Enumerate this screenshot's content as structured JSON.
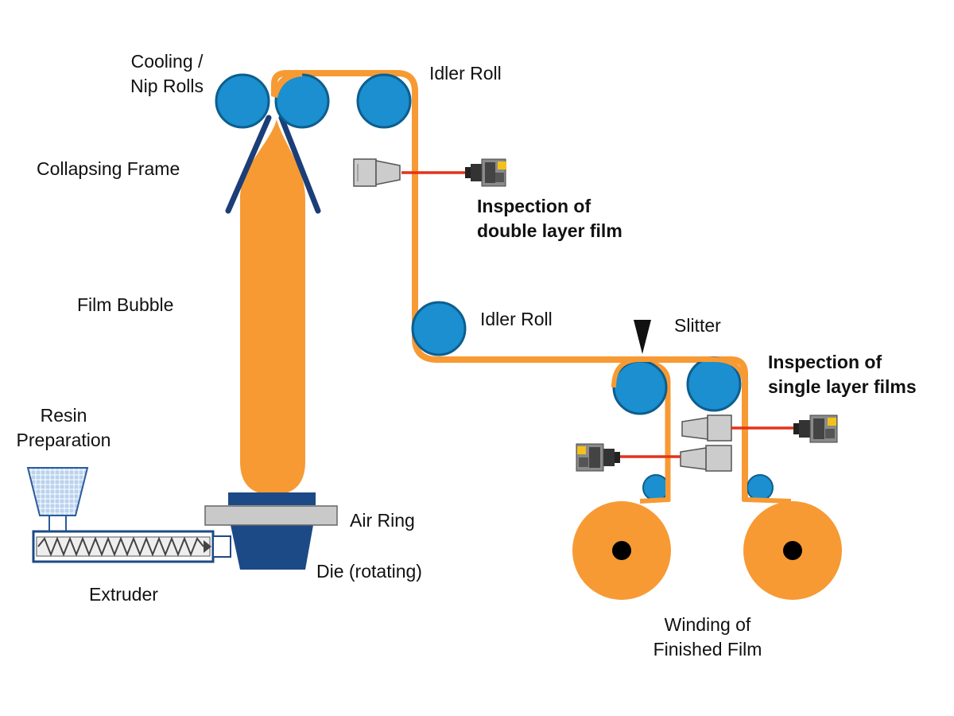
{
  "colors": {
    "film": "#F79A34",
    "roll": "#1B8FCF",
    "roll_stroke": "#0D5E8E",
    "die": "#1C4A87",
    "air_ring": "#C9C9C9",
    "laser": "#E4331A",
    "frame": "#1C3E78",
    "hopper": "#8FB6E0",
    "camera_body": "#8A8A8A",
    "camera_label": "#F2C21B"
  },
  "labels": {
    "cooling_nip_line1": "Cooling /",
    "cooling_nip_line2": "Nip Rolls",
    "collapsing_frame": "Collapsing Frame",
    "film_bubble": "Film Bubble",
    "resin_line1": "Resin",
    "resin_line2": "Preparation",
    "extruder": "Extruder",
    "air_ring": "Air Ring",
    "die": "Die (rotating)",
    "idler_roll_top": "Idler Roll",
    "idler_roll_mid": "Idler Roll",
    "slitter": "Slitter",
    "inspection_double_line1": "Inspection of",
    "inspection_double_line2": "double layer film",
    "inspection_single_line1": "Inspection of",
    "inspection_single_line2": "single layer films",
    "winding_line1": "Winding of",
    "winding_line2": "Finished Film"
  },
  "icons": {
    "emitter": "light-emitter-icon",
    "camera": "line-scan-camera-icon",
    "slitter": "slitter-blade-icon"
  }
}
